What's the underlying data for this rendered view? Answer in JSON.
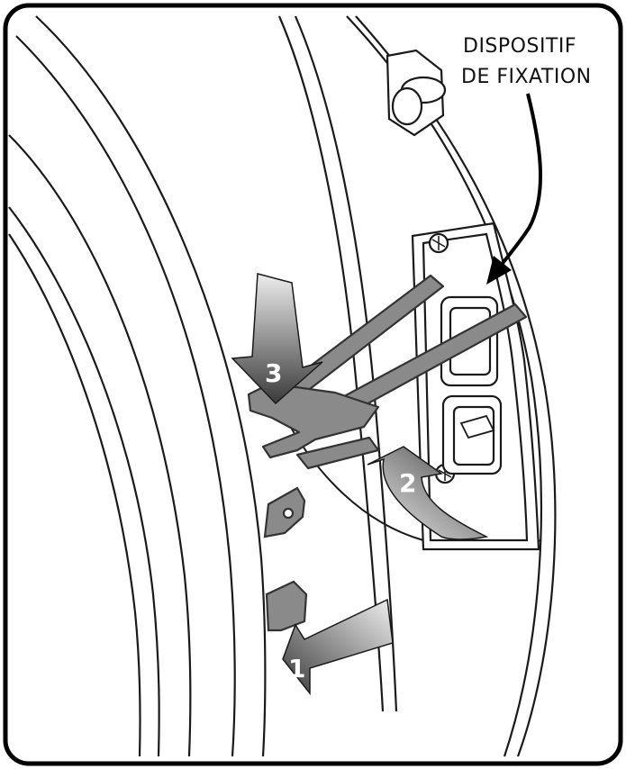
{
  "callout": {
    "line1": "DISPOSITIF",
    "line2": "DE FIXATION"
  },
  "steps": [
    {
      "number": "1",
      "direction": "down-left"
    },
    {
      "number": "2",
      "direction": "curved-up"
    },
    {
      "number": "3",
      "direction": "down"
    }
  ],
  "colors": {
    "frame": "#000000",
    "line": "#1a1a1a",
    "tool": "#8a8a8a",
    "tool_stroke": "#333333",
    "arrow_light": "#e6e6e6",
    "arrow_dark": "#3c3c3c"
  }
}
